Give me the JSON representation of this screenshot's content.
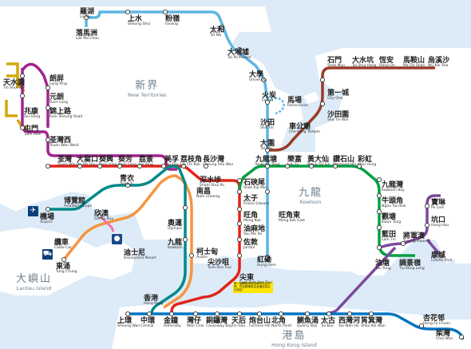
{
  "regions": {
    "new_territories": {
      "zh": "新界",
      "en": "New Territories"
    },
    "kowloon": {
      "zh": "九龍",
      "en": "Kowloon"
    },
    "hk_island": {
      "zh": "港島",
      "en": "Hong Kong Island"
    },
    "lantau": {
      "zh": "大嶼山",
      "en": "Lantau Island"
    }
  },
  "note": "第一屆開始時至至每次在此之停，於此轉車前往金鐘站或尖沙咀站",
  "colors": {
    "east_rail": "#5eb6e4",
    "tsuen_wan": "#e2231a",
    "kwun_tong": "#00a040",
    "island": "#0075c2",
    "tung_chung": "#f7943e",
    "tseung_kwan_o": "#7d499d",
    "west_rail": "#a3238f",
    "ma_on_shan": "#9a3b26",
    "airport_express": "#00888a",
    "disneyland": "#f173ac",
    "light_rail": "#d3a809"
  },
  "stations": {
    "lo_wu": {
      "zh": "羅湖",
      "en": "Lo Wu"
    },
    "lok_ma_chau": {
      "zh": "落馬洲",
      "en": "Lok Ma Chau"
    },
    "sheung_shui": {
      "zh": "上水",
      "en": "Sheung Shui"
    },
    "fanling": {
      "zh": "粉嶺",
      "en": "Fanling"
    },
    "tai_wo": {
      "zh": "太和",
      "en": "Tai Wo"
    },
    "tai_po_market": {
      "zh": "大埔墟",
      "en": "Tai Po Market"
    },
    "university": {
      "zh": "大學",
      "en": "University"
    },
    "fo_tan": {
      "zh": "火炭",
      "en": "Fo Tan"
    },
    "racecourse": {
      "zh": "馬場",
      "en": "Racecourse"
    },
    "sha_tin": {
      "zh": "沙田",
      "en": "Sha Tin"
    },
    "tai_wai": {
      "zh": "大圍",
      "en": "Tai Wai"
    },
    "kowloon_tong": {
      "zh": "九龍塘",
      "en": "Kowloon Tong"
    },
    "mong_kok_east": {
      "zh": "旺角東",
      "en": "Mong Kok East"
    },
    "hung_hom": {
      "zh": "紅磡",
      "en": "Hung Hom"
    },
    "tsim_sha_tsui_east": {
      "zh": "尖東",
      "en": "East Tsim Sha Tsui"
    },
    "wu_kai_sha": {
      "zh": "烏溪沙",
      "en": "Wu Kai Sha"
    },
    "ma_on_shan": {
      "zh": "馬鞍山",
      "en": "Ma On Shan"
    },
    "heng_on": {
      "zh": "恆安",
      "en": "Heng On"
    },
    "tai_shui_hang": {
      "zh": "大水坑",
      "en": "Tai Shui Hang"
    },
    "shek_mun": {
      "zh": "石門",
      "en": "Shek Mun"
    },
    "city_one": {
      "zh": "第一城",
      "en": "City One"
    },
    "sha_tin_wai": {
      "zh": "沙田圍",
      "en": "Sha Tin Wai"
    },
    "che_kung_temple": {
      "zh": "車公廟",
      "en": "Che Kung Temple"
    },
    "tuen_mun": {
      "zh": "屯門",
      "en": "Tuen Mun"
    },
    "siu_hong": {
      "zh": "兆康",
      "en": "Siu Hong"
    },
    "tin_shui_wai": {
      "zh": "天水圍",
      "en": "Tin Shui Wai"
    },
    "long_ping": {
      "zh": "朗屏",
      "en": "Long Ping"
    },
    "yuen_long": {
      "zh": "元朗",
      "en": "Yuen Long"
    },
    "kam_sheung_road": {
      "zh": "錦上路",
      "en": "Kam Sheung Road"
    },
    "tsuen_wan_west": {
      "zh": "荃灣西",
      "en": "Tsuen Wan West"
    },
    "tsuen_wan": {
      "zh": "荃灣",
      "en": "Tsuen Wan"
    },
    "tai_wo_hau": {
      "zh": "大窩口",
      "en": "Tai Wo Hau"
    },
    "kwai_hing": {
      "zh": "葵興",
      "en": "Kwai Hing"
    },
    "kwai_fong": {
      "zh": "葵芳",
      "en": "Kwai Fong"
    },
    "lai_king": {
      "zh": "荔景",
      "en": "Lai King"
    },
    "mei_foo": {
      "zh": "美孚",
      "en": "Mei Foo"
    },
    "lai_chi_kok": {
      "zh": "荔枝角",
      "en": "Lai Chi Kok"
    },
    "cheung_sha_wan": {
      "zh": "長沙灣",
      "en": "Cheung Sha Wan"
    },
    "sham_shui_po": {
      "zh": "深水埗",
      "en": "Sham Shui Po"
    },
    "nam_cheong": {
      "zh": "南昌",
      "en": "Nam Cheong"
    },
    "tsing_yi": {
      "zh": "青衣",
      "en": "Tsing Yi"
    },
    "sunny_bay": {
      "zh": "欣澳",
      "en": "Sunny Bay"
    },
    "disneyland": {
      "zh": "迪士尼",
      "en": "Disneyland Resort"
    },
    "airport": {
      "zh": "機場",
      "en": "Airport"
    },
    "asia_world_expo": {
      "zh": "博覽館",
      "en": "AsiaWorld-Expo"
    },
    "tung_chung": {
      "zh": "東涌",
      "en": "Tung Chung"
    },
    "cable_car": {
      "zh": "纜車",
      "en": "Cable Car"
    },
    "olympic": {
      "zh": "奧運",
      "en": "Olympic"
    },
    "kowloon": {
      "zh": "九龍",
      "en": "Kowloon"
    },
    "austin": {
      "zh": "柯士甸",
      "en": "Austin"
    },
    "tsim_sha_tsui": {
      "zh": "尖沙咀",
      "en": "Tsim Sha Tsui"
    },
    "jordan": {
      "zh": "佐敦",
      "en": "Jordan"
    },
    "yau_ma_tei": {
      "zh": "油麻地",
      "en": "Yau Ma Tei"
    },
    "mong_kok": {
      "zh": "旺角",
      "en": "Mong Kok"
    },
    "prince_edward": {
      "zh": "太子",
      "en": "Prince Edward"
    },
    "shek_kip_mei": {
      "zh": "石硤尾",
      "en": "Shek Kip Mei"
    },
    "lok_fu": {
      "zh": "樂富",
      "en": "Lok Fu"
    },
    "wong_tai_sin": {
      "zh": "黃大仙",
      "en": "Wong Tai Sin"
    },
    "diamond_hill": {
      "zh": "鑽石山",
      "en": "Diamond Hill"
    },
    "choi_hung": {
      "zh": "彩虹",
      "en": "Choi Hung"
    },
    "kowloon_bay": {
      "zh": "九龍灣",
      "en": "Kowloon Bay"
    },
    "ngau_tau_kok": {
      "zh": "牛頭角",
      "en": "Ngau Tau Kok"
    },
    "kwun_tong": {
      "zh": "觀塘",
      "en": "Kwun Tong"
    },
    "lam_tin": {
      "zh": "藍田",
      "en": "Lam Tin"
    },
    "yau_tong": {
      "zh": "油塘",
      "en": "Yau Tong"
    },
    "tiu_keng_leng": {
      "zh": "調景嶺",
      "en": "Tiu Keng Leng"
    },
    "tseung_kwan_o": {
      "zh": "將軍澳",
      "en": "Tseung Kwan O"
    },
    "po_lam": {
      "zh": "寶琳",
      "en": "Po Lam"
    },
    "hang_hau": {
      "zh": "坑口",
      "en": "Hang Hau"
    },
    "lohas_park": {
      "zh": "康城",
      "en": "LOHAS Park"
    },
    "hong_kong": {
      "zh": "香港",
      "en": "Hong Kong"
    },
    "sheung_wan": {
      "zh": "上環",
      "en": "Sheung Wan"
    },
    "central": {
      "zh": "中環",
      "en": "Central"
    },
    "admiralty": {
      "zh": "金鐘",
      "en": "Admiralty"
    },
    "wan_chai": {
      "zh": "灣仔",
      "en": "Wan Chai"
    },
    "causeway_bay": {
      "zh": "銅鑼灣",
      "en": "Causeway Bay"
    },
    "tin_hau": {
      "zh": "天后",
      "en": "Tin Hau"
    },
    "fortress_hill": {
      "zh": "炮台山",
      "en": "Fortress Hill"
    },
    "north_point": {
      "zh": "北角",
      "en": "North Point"
    },
    "quarry_bay": {
      "zh": "鰂魚涌",
      "en": "Quarry Bay"
    },
    "tai_koo": {
      "zh": "太古",
      "en": "Tai Koo"
    },
    "sai_wan_ho": {
      "zh": "西灣河",
      "en": "Sai Wan Ho"
    },
    "shau_kei_wan": {
      "zh": "筲箕灣",
      "en": "Shau Kei Wan"
    },
    "heng_fa_chuen": {
      "zh": "杏花邨",
      "en": "Heng Fa Chuen"
    },
    "chai_wan": {
      "zh": "柴灣",
      "en": "Chai Wan"
    }
  }
}
